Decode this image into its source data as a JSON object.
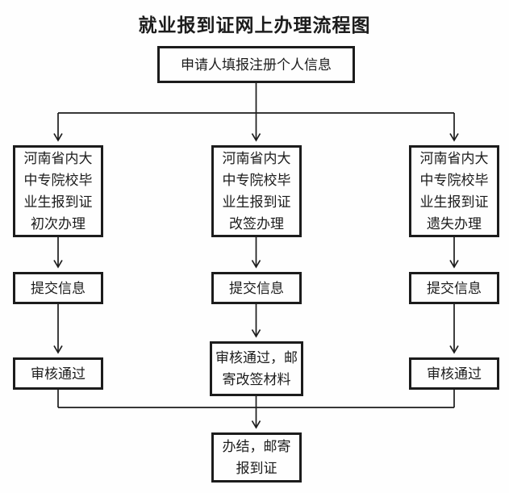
{
  "diagram": {
    "title": "就业报到证网上办理流程图",
    "type": "flowchart",
    "colors": {
      "background": "#fefefe",
      "line": "#1c1c1c",
      "text": "#1c1c1c"
    },
    "nodes": {
      "start": "申请人填报注册个人信息",
      "branch_first": [
        "河南省内大",
        "中专院校毕",
        "业生报到证",
        "初次办理"
      ],
      "branch_change": [
        "河南省内大",
        "中专院校毕",
        "业生报到证",
        "改签办理"
      ],
      "branch_lost": [
        "河南省内大",
        "中专院校毕",
        "业生报到证",
        "遗失办理"
      ],
      "submit_first": "提交信息",
      "submit_change": "提交信息",
      "submit_lost": "提交信息",
      "review_first": "审核通过",
      "review_change": [
        "审核通过，邮",
        "寄改签材料"
      ],
      "review_lost": "审核通过",
      "end": [
        "办结，邮寄",
        "报到证"
      ]
    },
    "edges": [
      "start -> branch_first",
      "start -> branch_change",
      "start -> branch_lost",
      "branch_first -> submit_first",
      "branch_change -> submit_change",
      "branch_lost -> submit_lost",
      "submit_first -> review_first",
      "submit_change -> review_change",
      "submit_lost -> review_lost",
      "review_first -> end",
      "review_change -> end",
      "review_lost -> end"
    ]
  }
}
